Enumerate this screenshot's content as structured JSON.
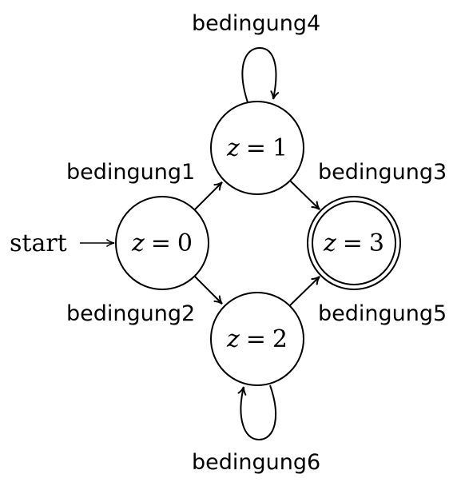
{
  "diagram": {
    "start_label": "start",
    "states": [
      {
        "id": "s0",
        "var": "z",
        "eq": "=",
        "num": "0",
        "accepting": false
      },
      {
        "id": "s1",
        "var": "z",
        "eq": "=",
        "num": "1",
        "accepting": false
      },
      {
        "id": "s2",
        "var": "z",
        "eq": "=",
        "num": "2",
        "accepting": false
      },
      {
        "id": "s3",
        "var": "z",
        "eq": "=",
        "num": "3",
        "accepting": true
      }
    ],
    "transitions": [
      {
        "from": "s0",
        "to": "s1",
        "label": "bedingung1"
      },
      {
        "from": "s0",
        "to": "s2",
        "label": "bedingung2"
      },
      {
        "from": "s1",
        "to": "s3",
        "label": "bedingung3"
      },
      {
        "from": "s1",
        "to": "s1",
        "label": "bedingung4"
      },
      {
        "from": "s2",
        "to": "s3",
        "label": "bedingung5"
      },
      {
        "from": "s2",
        "to": "s2",
        "label": "bedingung6"
      }
    ]
  }
}
